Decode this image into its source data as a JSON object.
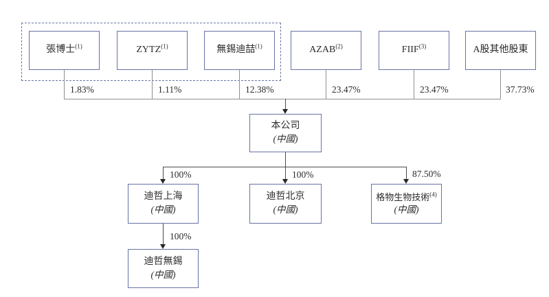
{
  "diagram": {
    "title": "shareholding-structure",
    "top_shareholders": [
      {
        "name": "張博士",
        "sup": "(1)",
        "ownership": "1.83%"
      },
      {
        "name": "ZYTZ",
        "sup": "(1)",
        "ownership": "1.11%"
      },
      {
        "name": "無錫迪喆",
        "sup": "(1)",
        "ownership": "12.38%"
      },
      {
        "name": "AZAB",
        "sup": "(2)",
        "ownership": "23.47%"
      },
      {
        "name": "FIIF",
        "sup": "(3)",
        "ownership": "23.47%"
      },
      {
        "name": "A股其他股東",
        "sup": "",
        "ownership": "37.73%"
      }
    ],
    "company": {
      "name": "本公司",
      "region": "(中國)"
    },
    "subsidiaries": [
      {
        "name": "迪哲上海",
        "sup": "",
        "region": "(中國)",
        "ownership": "100%"
      },
      {
        "name": "迪哲北京",
        "sup": "",
        "region": "(中國)",
        "ownership": "100%"
      },
      {
        "name": "格物生物技術",
        "sup": "(4)",
        "region": "(中國)",
        "ownership": "87.50%"
      }
    ],
    "second_tier_subsidiary": {
      "name": "迪哲無錫",
      "region": "(中國)",
      "ownership": "100%"
    },
    "colors": {
      "box_border": "#6672a3",
      "dashed_border": "#6672a3",
      "connector_line": "#8f8f8f",
      "arrow": "#262626",
      "text": "#2b2b2b"
    }
  }
}
